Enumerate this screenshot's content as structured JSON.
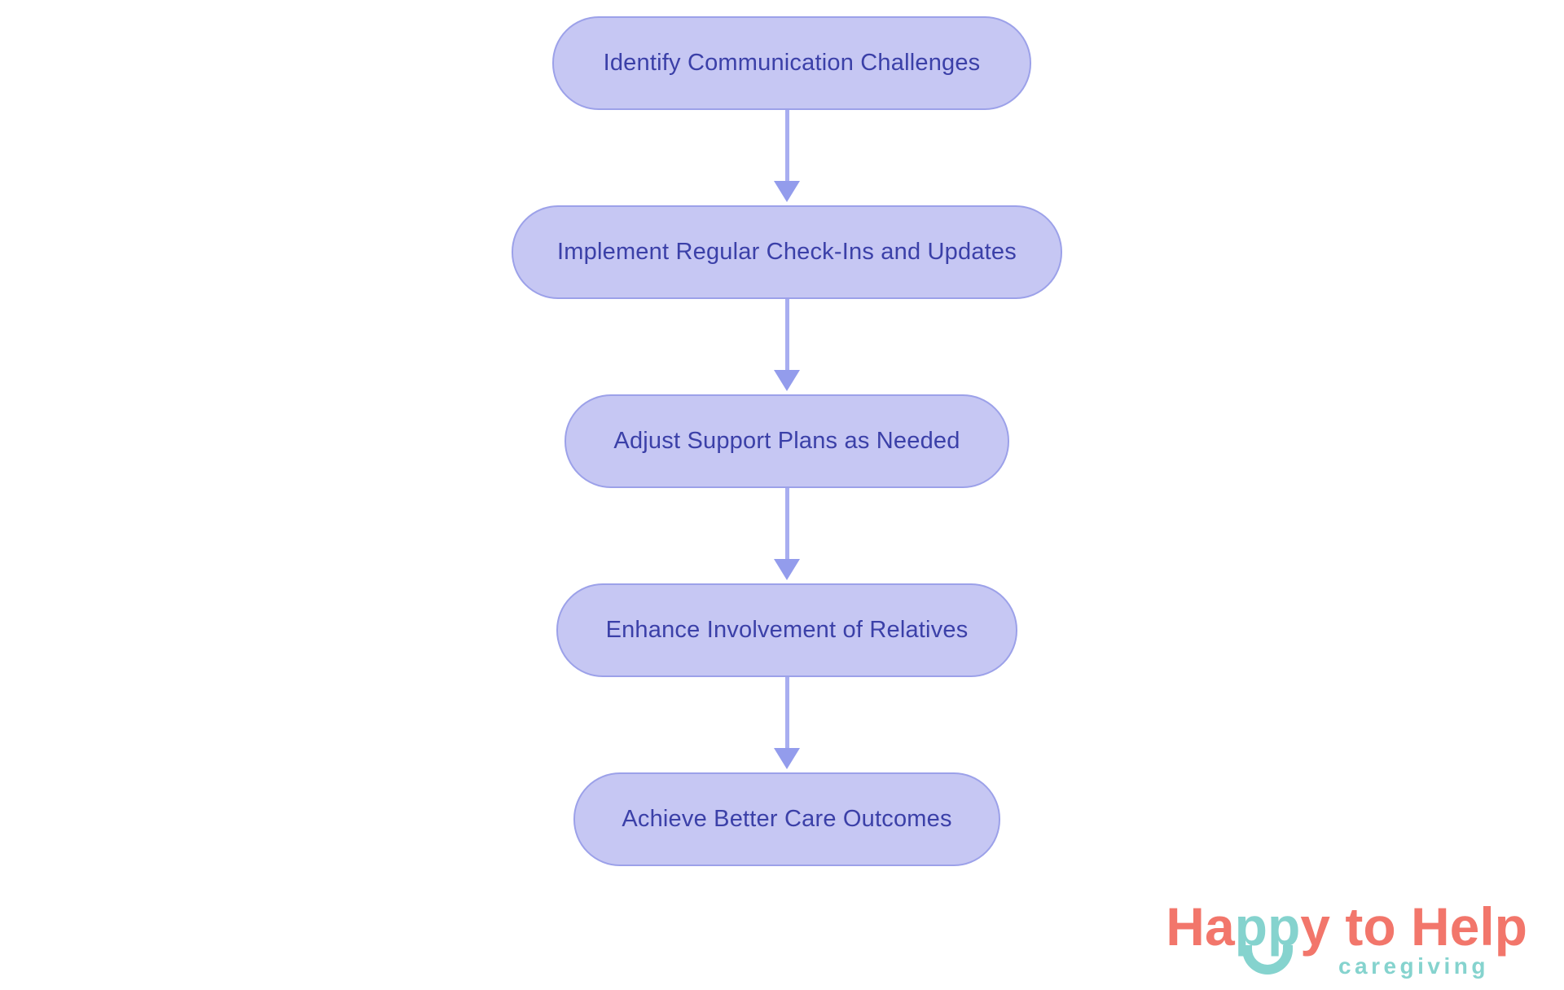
{
  "flowchart": {
    "steps": [
      {
        "label": "Identify Communication Challenges"
      },
      {
        "label": "Implement Regular Check-Ins and Updates"
      },
      {
        "label": "Adjust Support Plans as Needed"
      },
      {
        "label": "Enhance Involvement of Relatives"
      },
      {
        "label": "Achieve Better Care Outcomes"
      }
    ],
    "colors": {
      "node_fill": "#C6C7F3",
      "node_border": "#9CA1E9",
      "node_text": "#3B40A8",
      "arrow_line": "#A8AEF0",
      "arrow_head": "#939CEC"
    }
  },
  "logo": {
    "brand_prefix": "Ha",
    "brand_mid": "pp",
    "brand_suffix": "y to Help",
    "tagline": "caregiving",
    "icons": {
      "smile": "smile-arc-icon"
    },
    "colors": {
      "coral": "#F2766B",
      "teal": "#85D3CE"
    }
  }
}
